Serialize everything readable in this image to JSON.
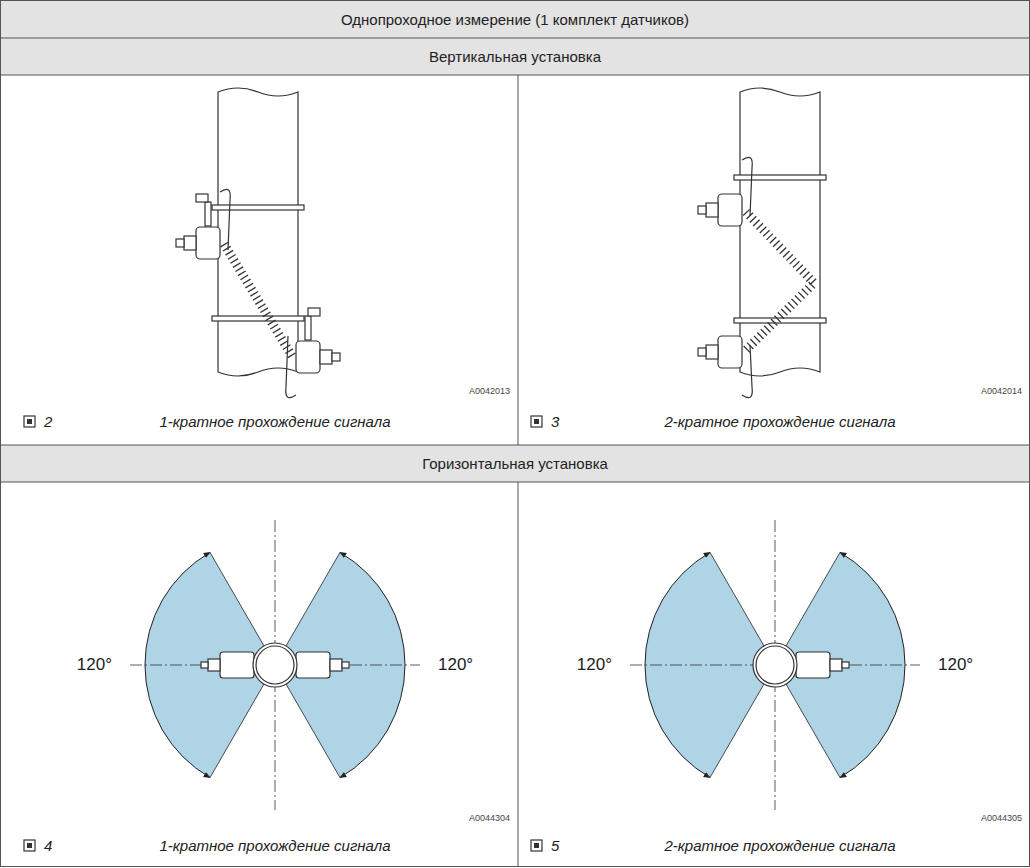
{
  "diagram": {
    "title": "Однопроходное измерение (1 комплект датчиков)",
    "labels": [
      "Вертикальная установка",
      "A0042013",
      "2",
      "1-кратное прохождение сигнала",
      "A0042014",
      "3",
      "2-кратное прохождение сигнала",
      "Горизонтальная установка",
      "120°",
      "120°",
      "A0044304",
      "4",
      "1-кратное прохождение сигнала",
      "120°",
      "120°",
      "A0044305",
      "5",
      "2-кратное прохождение сигнала"
    ]
  }
}
